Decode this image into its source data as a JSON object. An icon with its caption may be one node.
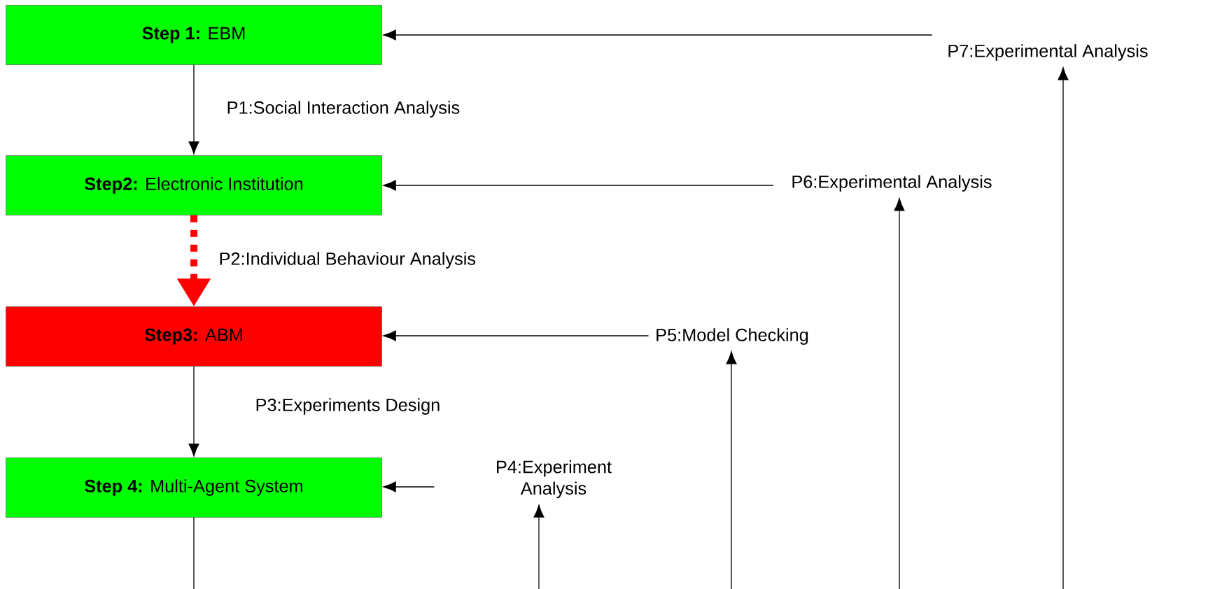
{
  "diagram": {
    "nodes": [
      {
        "text": [
          "**Step 1:** EBM"
        ]
      },
      {
        "text": [
          "**Step2:** Electronic Institution"
        ]
      },
      {
        "text": [
          "**Step3:** ABM"
        ]
      },
      {
        "text": [
          "**Step 4:** Multi-Agent System"
        ]
      },
      {
        "text": [
          "P7:Experimental Analysis"
        ]
      },
      {
        "text": [
          "P6:Experimental Analysis"
        ]
      },
      {
        "text": [
          "P5:Model Checking"
        ]
      },
      {
        "text": [
          "P4:Experiment Analysis"
        ]
      }
    ],
    "edges": [
      {
        "from": 0,
        "to": 1,
        "arrow": "to",
        "label": "P1:Social Interaction Analysis"
      },
      {
        "from": 1,
        "to": 2,
        "arrow": "to",
        "label": "P2:Individual Behaviour Analysis",
        "style": "dashed",
        "color": "#ff0000"
      },
      {
        "from": 2,
        "to": 3,
        "arrow": "to",
        "label": "P3:Experiments Design"
      },
      {
        "from": 3,
        "to": null,
        "arrow": "none"
      },
      {
        "from": 4,
        "to": 0,
        "arrow": "to"
      },
      {
        "from": 5,
        "to": 1,
        "arrow": "to"
      },
      {
        "from": 6,
        "to": 2,
        "arrow": "to"
      },
      {
        "from": 7,
        "to": 3,
        "arrow": "to"
      },
      {
        "from": null,
        "to": 4,
        "arrow": "to"
      },
      {
        "from": null,
        "to": 5,
        "arrow": "to"
      },
      {
        "from": null,
        "to": 6,
        "arrow": "to"
      },
      {
        "from": null,
        "to": 7,
        "arrow": "to"
      }
    ]
  }
}
